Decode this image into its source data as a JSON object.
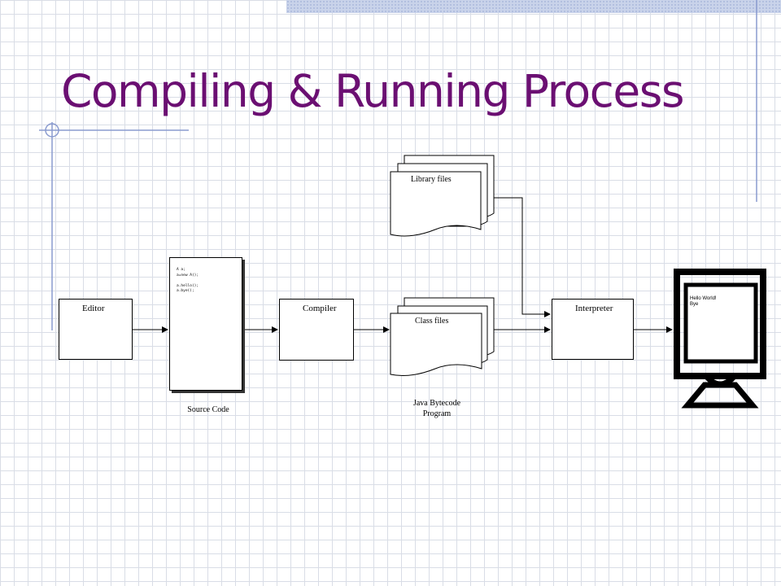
{
  "slide": {
    "title": "Compiling & Running Process"
  },
  "diagram": {
    "editor": "Editor",
    "source_code_lines": [
      "A a;",
      "a=new A();",
      "",
      "a.hello();",
      "a.bye();"
    ],
    "source_code_caption": "Source Code",
    "compiler": "Compiler",
    "library_files": "Library files",
    "class_files": "Class files",
    "bytecode_caption_line1": "Java Bytecode",
    "bytecode_caption_line2": "Program",
    "interpreter": "Interpreter",
    "screen_line1": "Hello World!",
    "screen_line2": "Bye"
  },
  "colors": {
    "title": "#6b0f72",
    "grid": "#d9dde6",
    "accent_lines": "#8a9bcf"
  },
  "icons": [
    "monitor-icon",
    "document-stack-icon",
    "arrow-icon"
  ]
}
